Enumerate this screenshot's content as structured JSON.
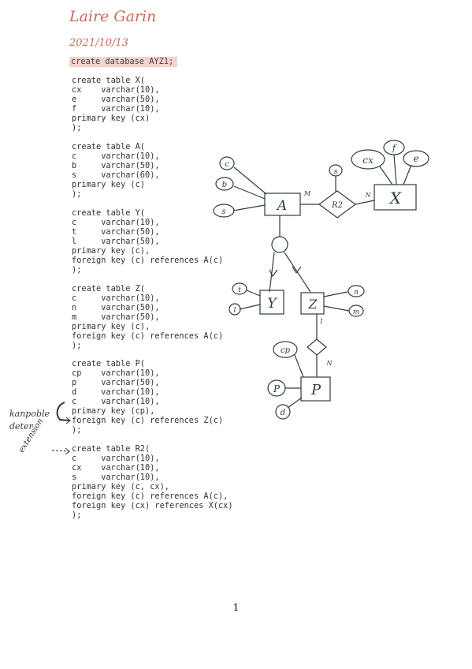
{
  "header": {
    "author": "Laire Garin",
    "date": "2021/10/13"
  },
  "create_db": "create database AYZ1;",
  "tables": {
    "x": "create table X(\ncx    varchar(10),\ne     varchar(50),\nf     varchar(10),\nprimary key (cx)\n);",
    "a": "create table A(\nc     varchar(10),\nb     varchar(50),\ns     varchar(60),\nprimary key (c)\n);",
    "y": "create table Y(\nc     varchar(10),\nt     varchar(50),\nl     varchar(50),\nprimary key (c),\nforeign key (c) references A(c)\n);",
    "z": "create table Z(\nc     varchar(10),\nn     varchar(50),\nm     varchar(50),\nprimary key (c),\nforeign key (c) references A(c)\n);",
    "p": "create table P(\ncp    varchar(10),\np     varchar(50),\nd     varchar(10),\nc     varchar(10),\nprimary key (cp),\nforeign key (c) references Z(c)\n);",
    "r2": "create table R2(\nc     varchar(10),\ncx    varchar(10),\ns     varchar(10),\nprimary key (c, cx),\nforeign key (c) references A(c),\nforeign key (cx) references X(cx)\n);"
  },
  "margin_notes": {
    "note1_line1": "kanpoble",
    "note1_line2": "deter",
    "note2": "extension"
  },
  "diagram": {
    "entity_a": "A",
    "entity_x": "X",
    "entity_y": "Y",
    "entity_z": "Z",
    "entity_p": "P",
    "relation_r2": "R2",
    "attr_c": "c",
    "attr_b": "b",
    "attr_s_a": "s",
    "attr_s_r2": "s",
    "attr_cx": "cx",
    "attr_f": "f",
    "attr_e": "e",
    "attr_t": "t",
    "attr_l": "l",
    "attr_n": "n",
    "attr_m": "m",
    "attr_cp": "cp",
    "attr_p": "P",
    "attr_d": "d",
    "card_m": "M",
    "card_n": "N",
    "card_1": "1",
    "card_n2": "N"
  },
  "page_number": "1"
}
